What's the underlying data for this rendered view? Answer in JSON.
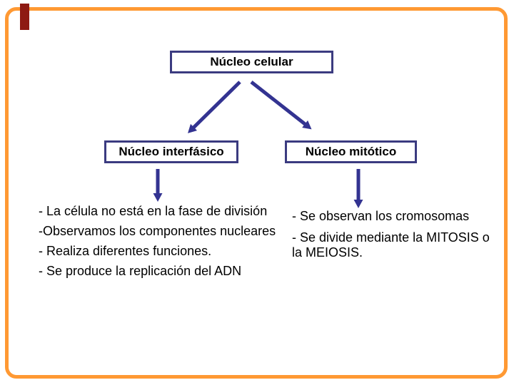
{
  "slide": {
    "background_color": "#FFFFFF",
    "frame_color": "#FF9933",
    "corner_tab_color": "#8E1A12",
    "box_border_color": "#3B3B80",
    "arrow_color": "#333391",
    "text_color": "#000000"
  },
  "diagram": {
    "root": {
      "label": "Núcleo celular"
    },
    "branches": [
      {
        "label": "Núcleo interfásico",
        "notes": [
          "- La célula no está en la fase de división",
          "-Observamos los componentes nucleares",
          "- Realiza diferentes funciones.",
          "- Se produce la replicación del ADN"
        ]
      },
      {
        "label": "Núcleo mitótico",
        "notes": [
          "- Se observan los cromosomas",
          "- Se divide mediante la MITOSIS o\nla MEIOSIS."
        ]
      }
    ]
  }
}
